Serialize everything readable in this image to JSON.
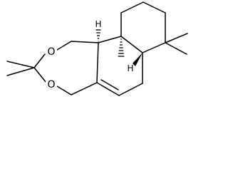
{
  "molecule": {
    "atoms": {
      "o_upper": "O",
      "o_lower": "O",
      "h_upper_center": "H",
      "h_lower_right": "H"
    }
  }
}
